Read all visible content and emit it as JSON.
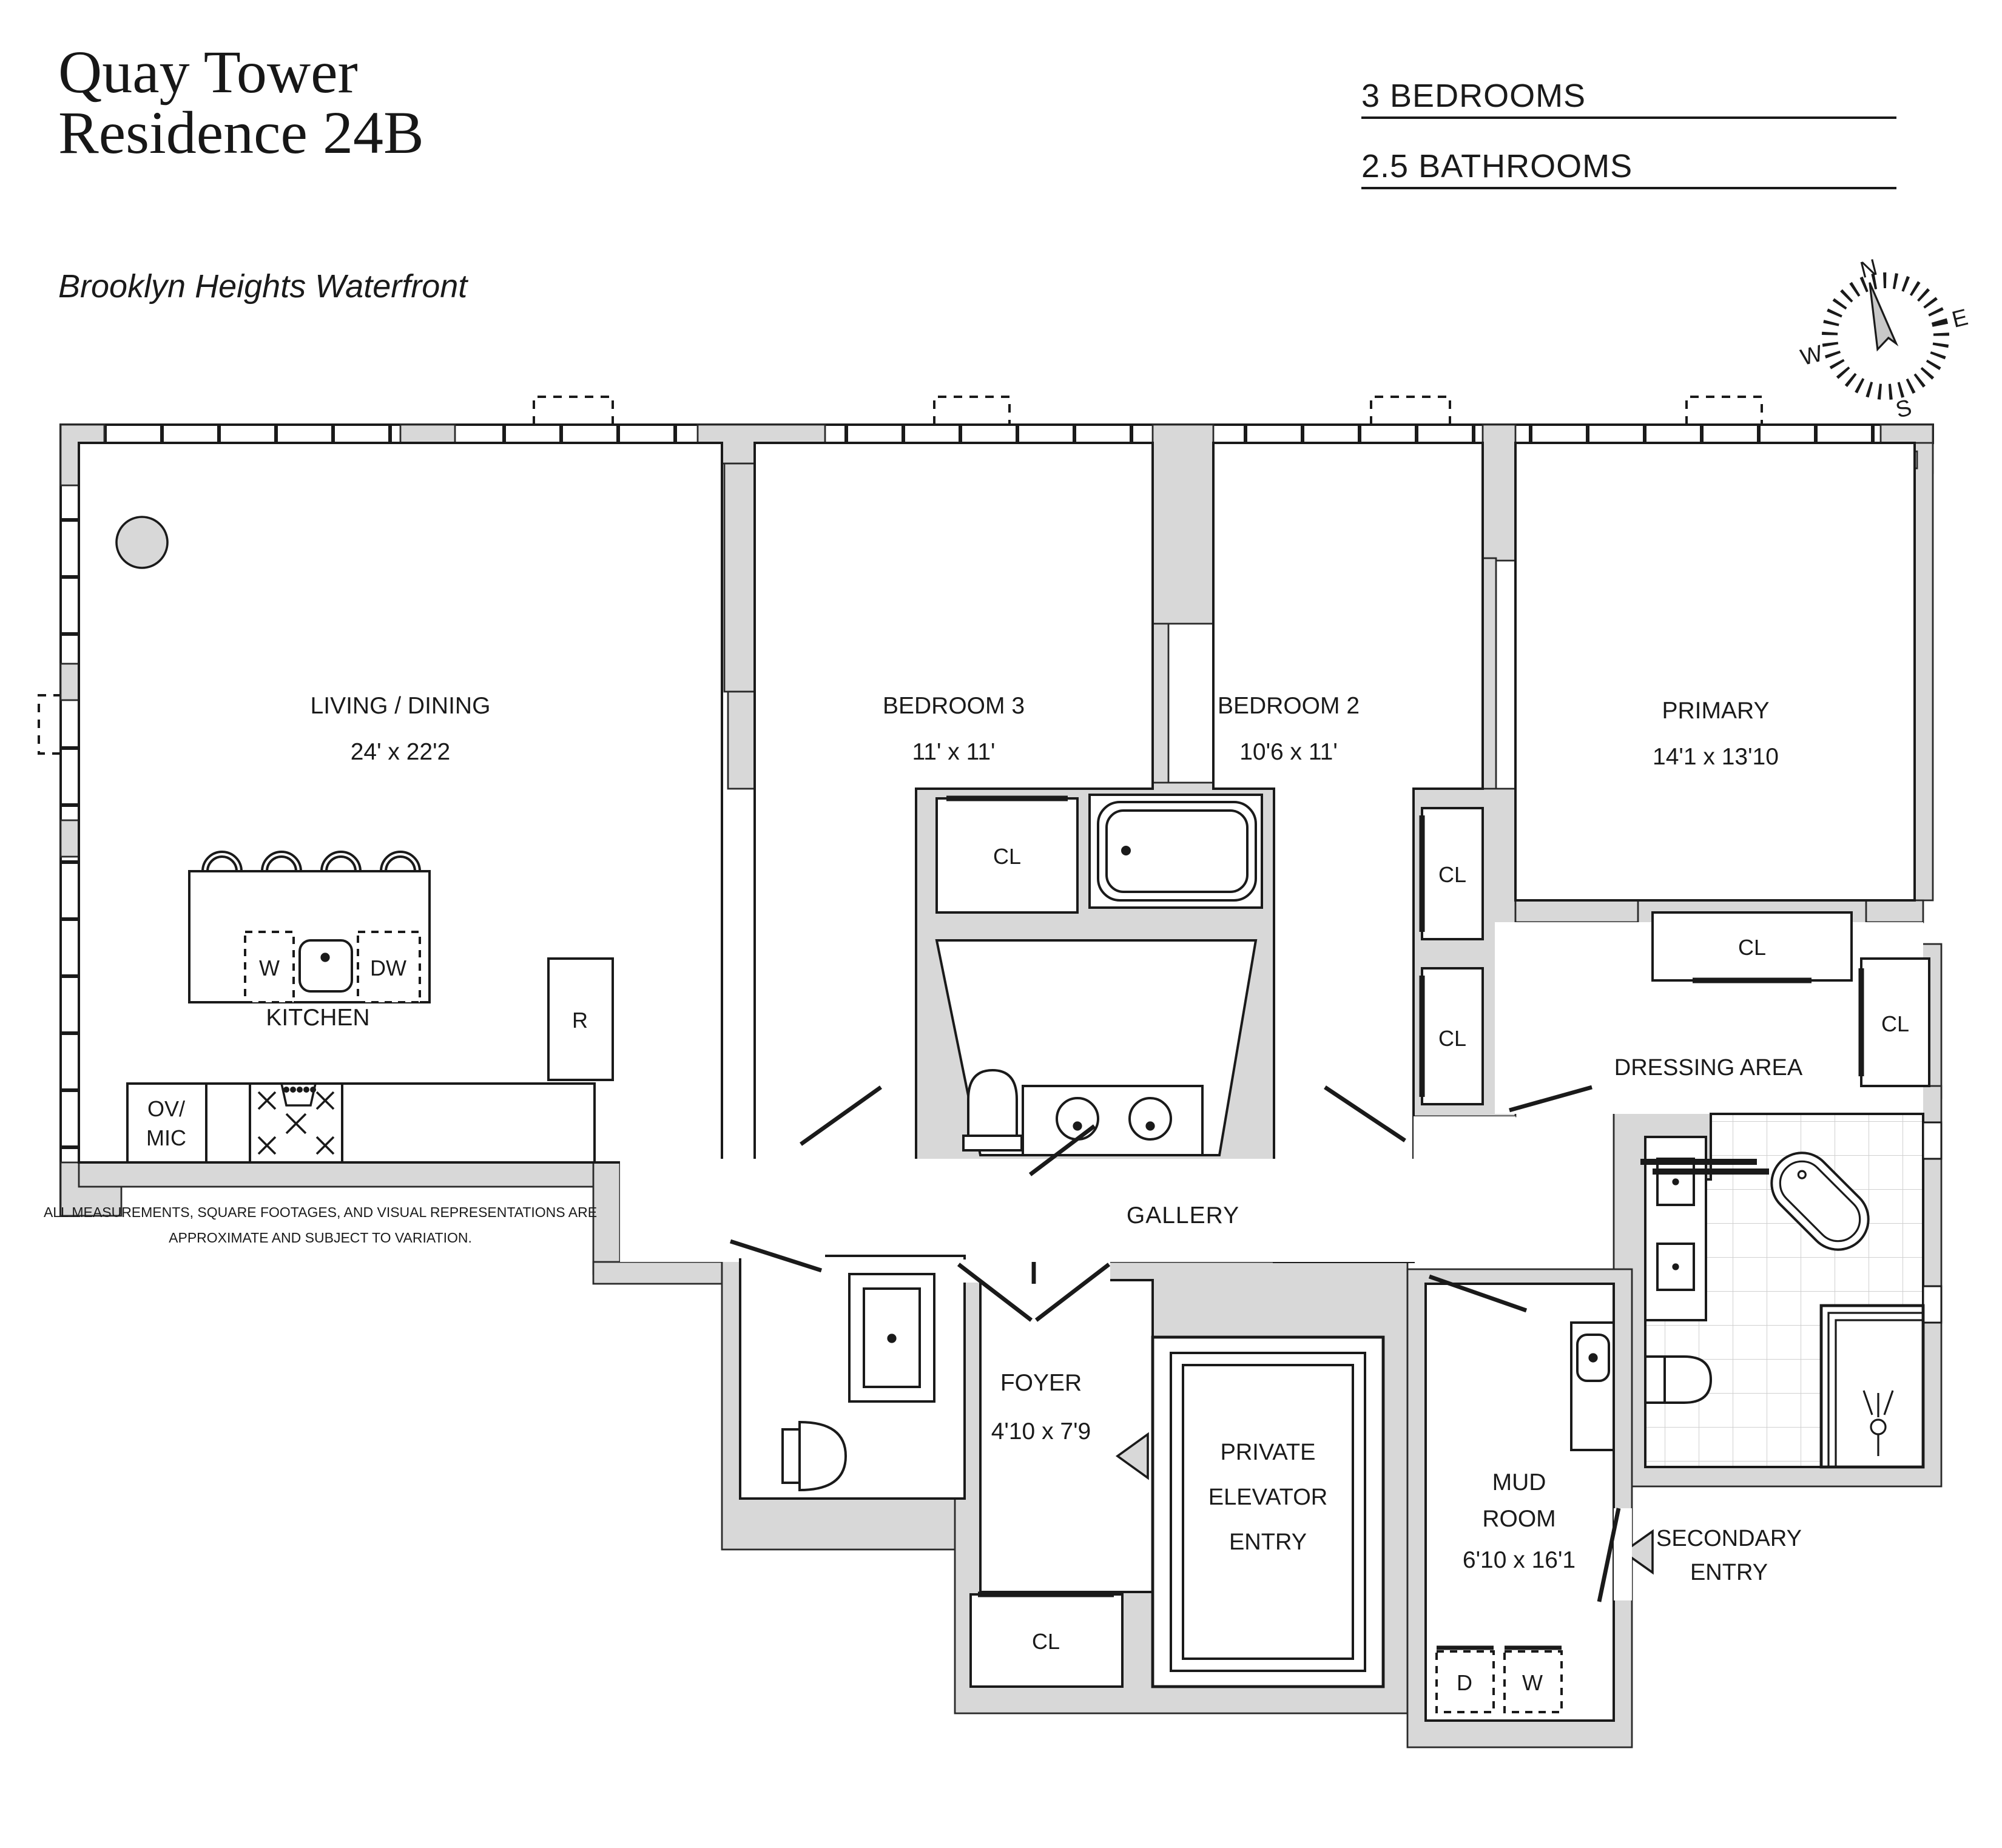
{
  "header": {
    "title_line1": "Quay Tower",
    "title_line2": "Residence 24B",
    "subtitle": "Brooklyn Heights Waterfront"
  },
  "info": {
    "bedrooms": "3 BEDROOMS",
    "bathrooms": "2.5 BATHROOMS"
  },
  "compass": {
    "n": "N",
    "e": "E",
    "s": "S",
    "w": "W"
  },
  "rooms": {
    "living": {
      "name": "LIVING / DINING",
      "dims": "24' x 22'2"
    },
    "kitchen": {
      "name": "KITCHEN"
    },
    "bedroom3": {
      "name": "BEDROOM 3",
      "dims": "11' x 11'"
    },
    "bedroom2": {
      "name": "BEDROOM 2",
      "dims": "10'6 x 11'"
    },
    "primary": {
      "name": "PRIMARY",
      "dims": "14'1 x 13'10"
    },
    "dressing": {
      "name": "DRESSING AREA"
    },
    "gallery": {
      "name": "GALLERY"
    },
    "foyer": {
      "name": "FOYER",
      "dims": "4'10 x 7'9"
    },
    "elevator": {
      "line1": "PRIVATE",
      "line2": "ELEVATOR",
      "line3": "ENTRY"
    },
    "mudroom": {
      "line1": "MUD",
      "line2": "ROOM",
      "dims": "6'10 x 16'1"
    },
    "secondary_entry": {
      "line1": "SECONDARY",
      "line2": "ENTRY"
    }
  },
  "fixtures": {
    "washer": "W",
    "dishwasher": "DW",
    "refrigerator": "R",
    "oven_mic_line1": "OV/",
    "oven_mic_line2": "MIC",
    "dryer": "D",
    "washer2": "W"
  },
  "closets": {
    "c1": "CL",
    "c2": "CL",
    "c3": "CL",
    "c4": "CL",
    "c5": "CL",
    "c6": "CL"
  },
  "disclaimer": {
    "line1": "ALL MEASUREMENTS, SQUARE FOOTAGES, AND VISUAL REPRESENTATIONS ARE",
    "line2": "APPROXIMATE AND SUBJECT TO VARIATION."
  },
  "colors": {
    "wall_poche": "#d8d8d8",
    "line": "#1a1a1a",
    "background": "#ffffff"
  }
}
